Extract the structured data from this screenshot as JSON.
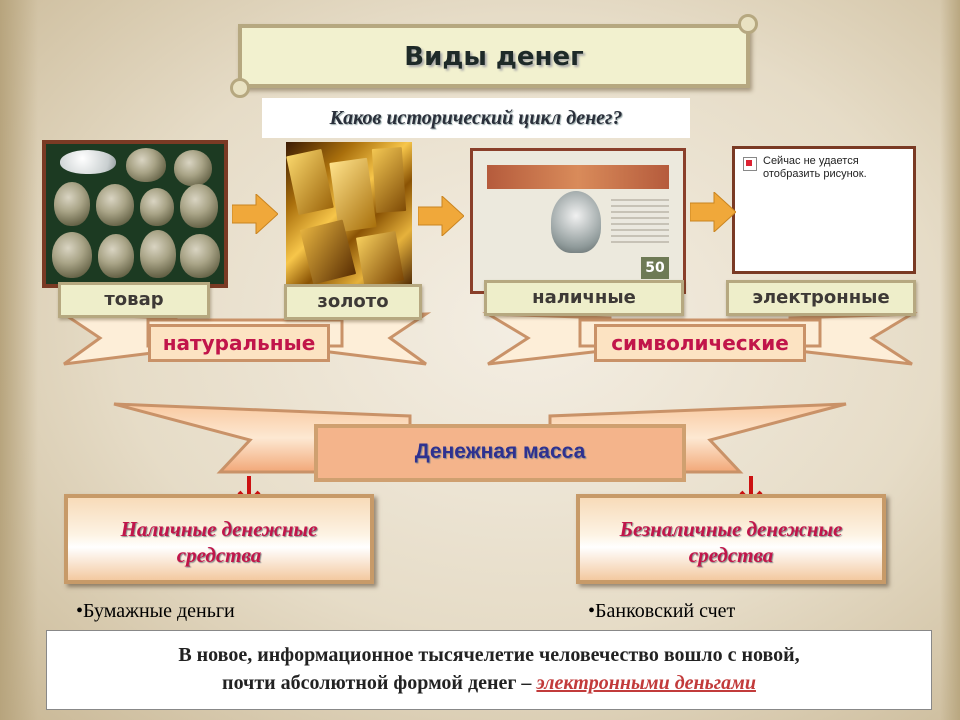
{
  "title": "Виды денег",
  "subtitle": "Каков исторический цикл денег?",
  "broken_image": {
    "line1": "Сейчас не удается",
    "line2": "отобразить рисунок."
  },
  "banknote": {
    "number": "50"
  },
  "labels": {
    "goods": "товар",
    "gold": "золото",
    "cash": "наличные",
    "electronic": "электронные"
  },
  "groups": {
    "natural": "натуральные",
    "symbolic": "символические"
  },
  "money_mass": "Денежная масса",
  "cash_funds": {
    "line1": "Наличные денежные",
    "line2": "средства",
    "bullet": "•Бумажные деньги"
  },
  "noncash_funds": {
    "line1": "Безналичные денежные",
    "line2": "средства",
    "bullet": "•Банковский счет"
  },
  "footer": {
    "line1": "В новое, информационное тысячелетие человечество вошло с новой,",
    "line2_prefix": "почти абсолютной формой денег – ",
    "line2_highlight": "электронными деньгами"
  },
  "colors": {
    "accent_pink": "#c1154a",
    "arrow_orange": "#f0a83a",
    "arrow_red": "#cc1111",
    "mass_blue": "#2e3190"
  }
}
